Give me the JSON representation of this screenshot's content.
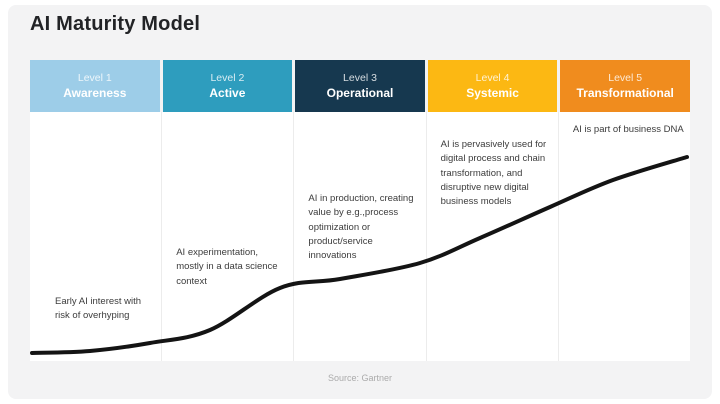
{
  "title": "AI Maturity Model",
  "source_note": "Source: Gartner",
  "colors": {
    "level1": "#9dcde8",
    "level2": "#2e9dbe",
    "level3": "#16384f",
    "level4": "#fcb813",
    "level5": "#f08c1e",
    "curve": "#141414",
    "card_background": "#f3f3f4",
    "body_background": "#ffffff"
  },
  "levels": [
    {
      "level": "Level 1",
      "name": "Awareness",
      "description": "Early AI interest with risk of overhyping"
    },
    {
      "level": "Level 2",
      "name": "Active",
      "description": "AI experimentation, mostly in a data science context"
    },
    {
      "level": "Level 3",
      "name": "Operational",
      "description": "AI in production, creating value by e.g.,process optimization or product/service innovations"
    },
    {
      "level": "Level 4",
      "name": "Systemic",
      "description": "AI is pervasively used for digital process and chain transformation, and disruptive new digital business models"
    },
    {
      "level": "Level 5",
      "name": "Transformational",
      "description": "AI is part of business DNA"
    }
  ],
  "curve": {
    "stroke": "#141414",
    "stroke_width": 4,
    "points": [
      [
        2,
        241
      ],
      [
        60,
        239
      ],
      [
        120,
        231
      ],
      [
        180,
        218
      ],
      [
        250,
        176
      ],
      [
        310,
        167
      ],
      [
        390,
        151
      ],
      [
        450,
        126
      ],
      [
        520,
        95
      ],
      [
        583,
        68
      ],
      [
        657,
        45
      ]
    ]
  }
}
